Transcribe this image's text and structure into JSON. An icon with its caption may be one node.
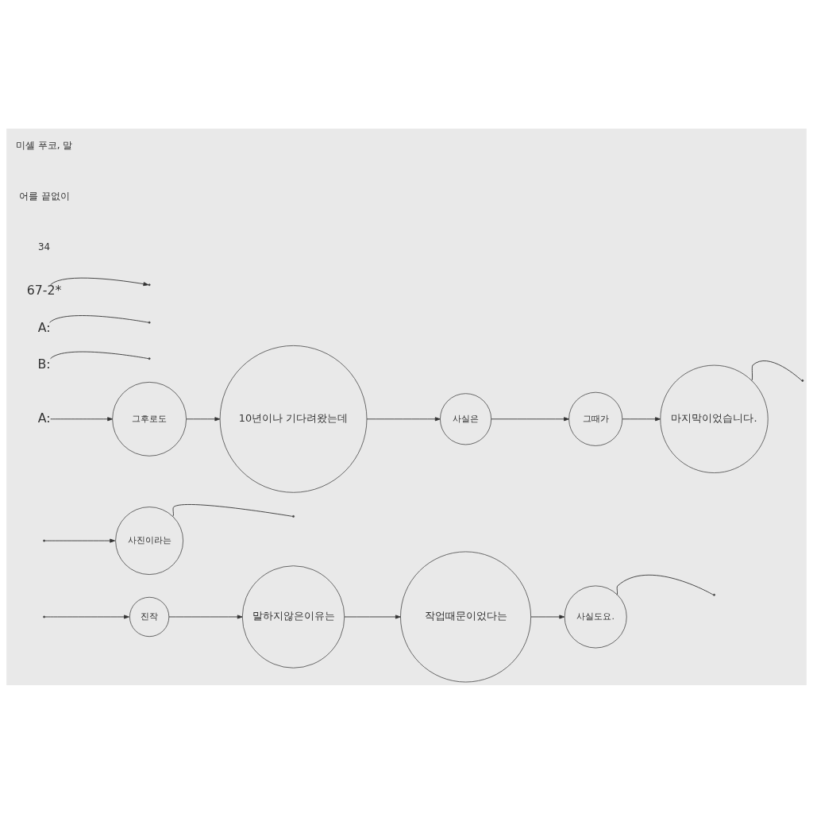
{
  "diagram": {
    "nodes": [
      {
        "text": [
          "사실은"
        ]
      },
      {
        "text": [
          "10년이나 기다려왔는데"
        ]
      },
      {
        "text": [
          "마지막이었습니다."
        ]
      },
      {
        "text": [
          "그후로도"
        ]
      },
      {
        "text": [
          "그때가"
        ]
      },
      {
        "text": [
          "사실도요."
        ]
      },
      {
        "text": [
          "말하지않은이유는"
        ]
      },
      {
        "text": [
          "작업때문이었다는"
        ]
      },
      {
        "text": [
          "진작"
        ]
      },
      {
        "text": [
          "사진이라는"
        ]
      },
      {
        "text": [
          "A:"
        ]
      },
      {
        "text": [
          "B:"
        ]
      },
      {
        "text": [
          "A:"
        ]
      },
      {
        "text": [
          "67-2*"
        ]
      }
    ],
    "edges": [
      {
        "from": 1,
        "to": 0,
        "arrow": "to"
      },
      {
        "from": 0,
        "to": 4,
        "arrow": "to"
      },
      {
        "from": 10,
        "to": 3,
        "arrow": "to"
      },
      {
        "from": 3,
        "to": 1,
        "arrow": "to"
      },
      {
        "from": 4,
        "to": 2,
        "arrow": "to"
      },
      {
        "from": 2,
        "to": null,
        "arrow": "none"
      },
      {
        "from": 7,
        "to": 5,
        "arrow": "to"
      },
      {
        "from": 5,
        "to": null,
        "arrow": "none"
      },
      {
        "from": 6,
        "to": 7,
        "arrow": "to"
      },
      {
        "from": 8,
        "to": 6,
        "arrow": "to"
      },
      {
        "from": null,
        "to": 8,
        "arrow": "to"
      },
      {
        "from": 9,
        "to": null,
        "arrow": "none"
      },
      {
        "from": null,
        "to": 9,
        "arrow": "to"
      },
      {
        "from": 11,
        "to": null,
        "arrow": "none"
      },
      {
        "from": 12,
        "to": null,
        "arrow": "none"
      },
      {
        "from": 13,
        "to": null,
        "arrow": "to"
      }
    ],
    "labels": [
      "34",
      "어를 끝없이",
      "미셸 푸코, 말"
    ]
  }
}
